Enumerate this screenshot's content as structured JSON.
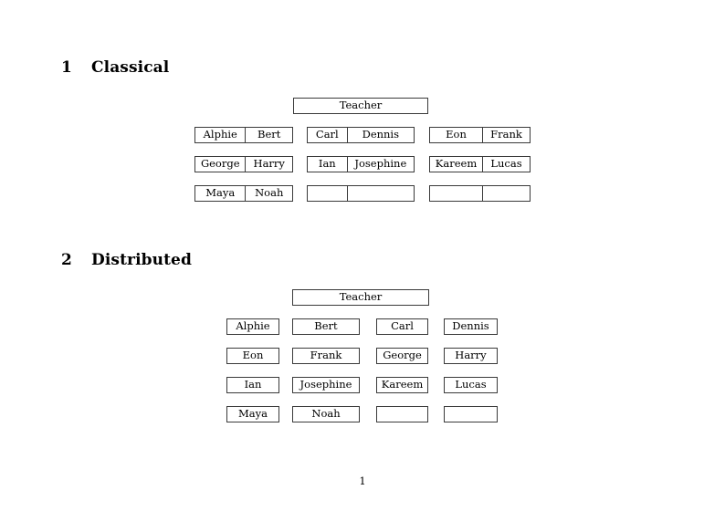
{
  "document": {
    "page_number": "1"
  },
  "sections": [
    {
      "number": "1",
      "title": "Classical",
      "teacher_label": "Teacher",
      "groups": [
        {
          "rows": [
            {
              "left": "Alphie",
              "right": "Bert"
            },
            {
              "left": "George",
              "right": "Harry"
            },
            {
              "left": "Maya",
              "right": "Noah"
            }
          ]
        },
        {
          "rows": [
            {
              "left": "Carl",
              "right": "Dennis"
            },
            {
              "left": "Ian",
              "right": "Josephine"
            },
            {
              "left": "",
              "right": ""
            }
          ]
        },
        {
          "rows": [
            {
              "left": "Eon",
              "right": "Frank"
            },
            {
              "left": "Kareem",
              "right": "Lucas"
            },
            {
              "left": "",
              "right": ""
            }
          ]
        }
      ]
    },
    {
      "number": "2",
      "title": "Distributed",
      "teacher_label": "Teacher",
      "rows": [
        {
          "cells": [
            "Alphie",
            "Bert",
            "Carl",
            "Dennis"
          ]
        },
        {
          "cells": [
            "Eon",
            "Frank",
            "George",
            "Harry"
          ]
        },
        {
          "cells": [
            "Ian",
            "Josephine",
            "Kareem",
            "Lucas"
          ]
        },
        {
          "cells": [
            "Maya",
            "Noah",
            "",
            ""
          ]
        }
      ]
    }
  ]
}
